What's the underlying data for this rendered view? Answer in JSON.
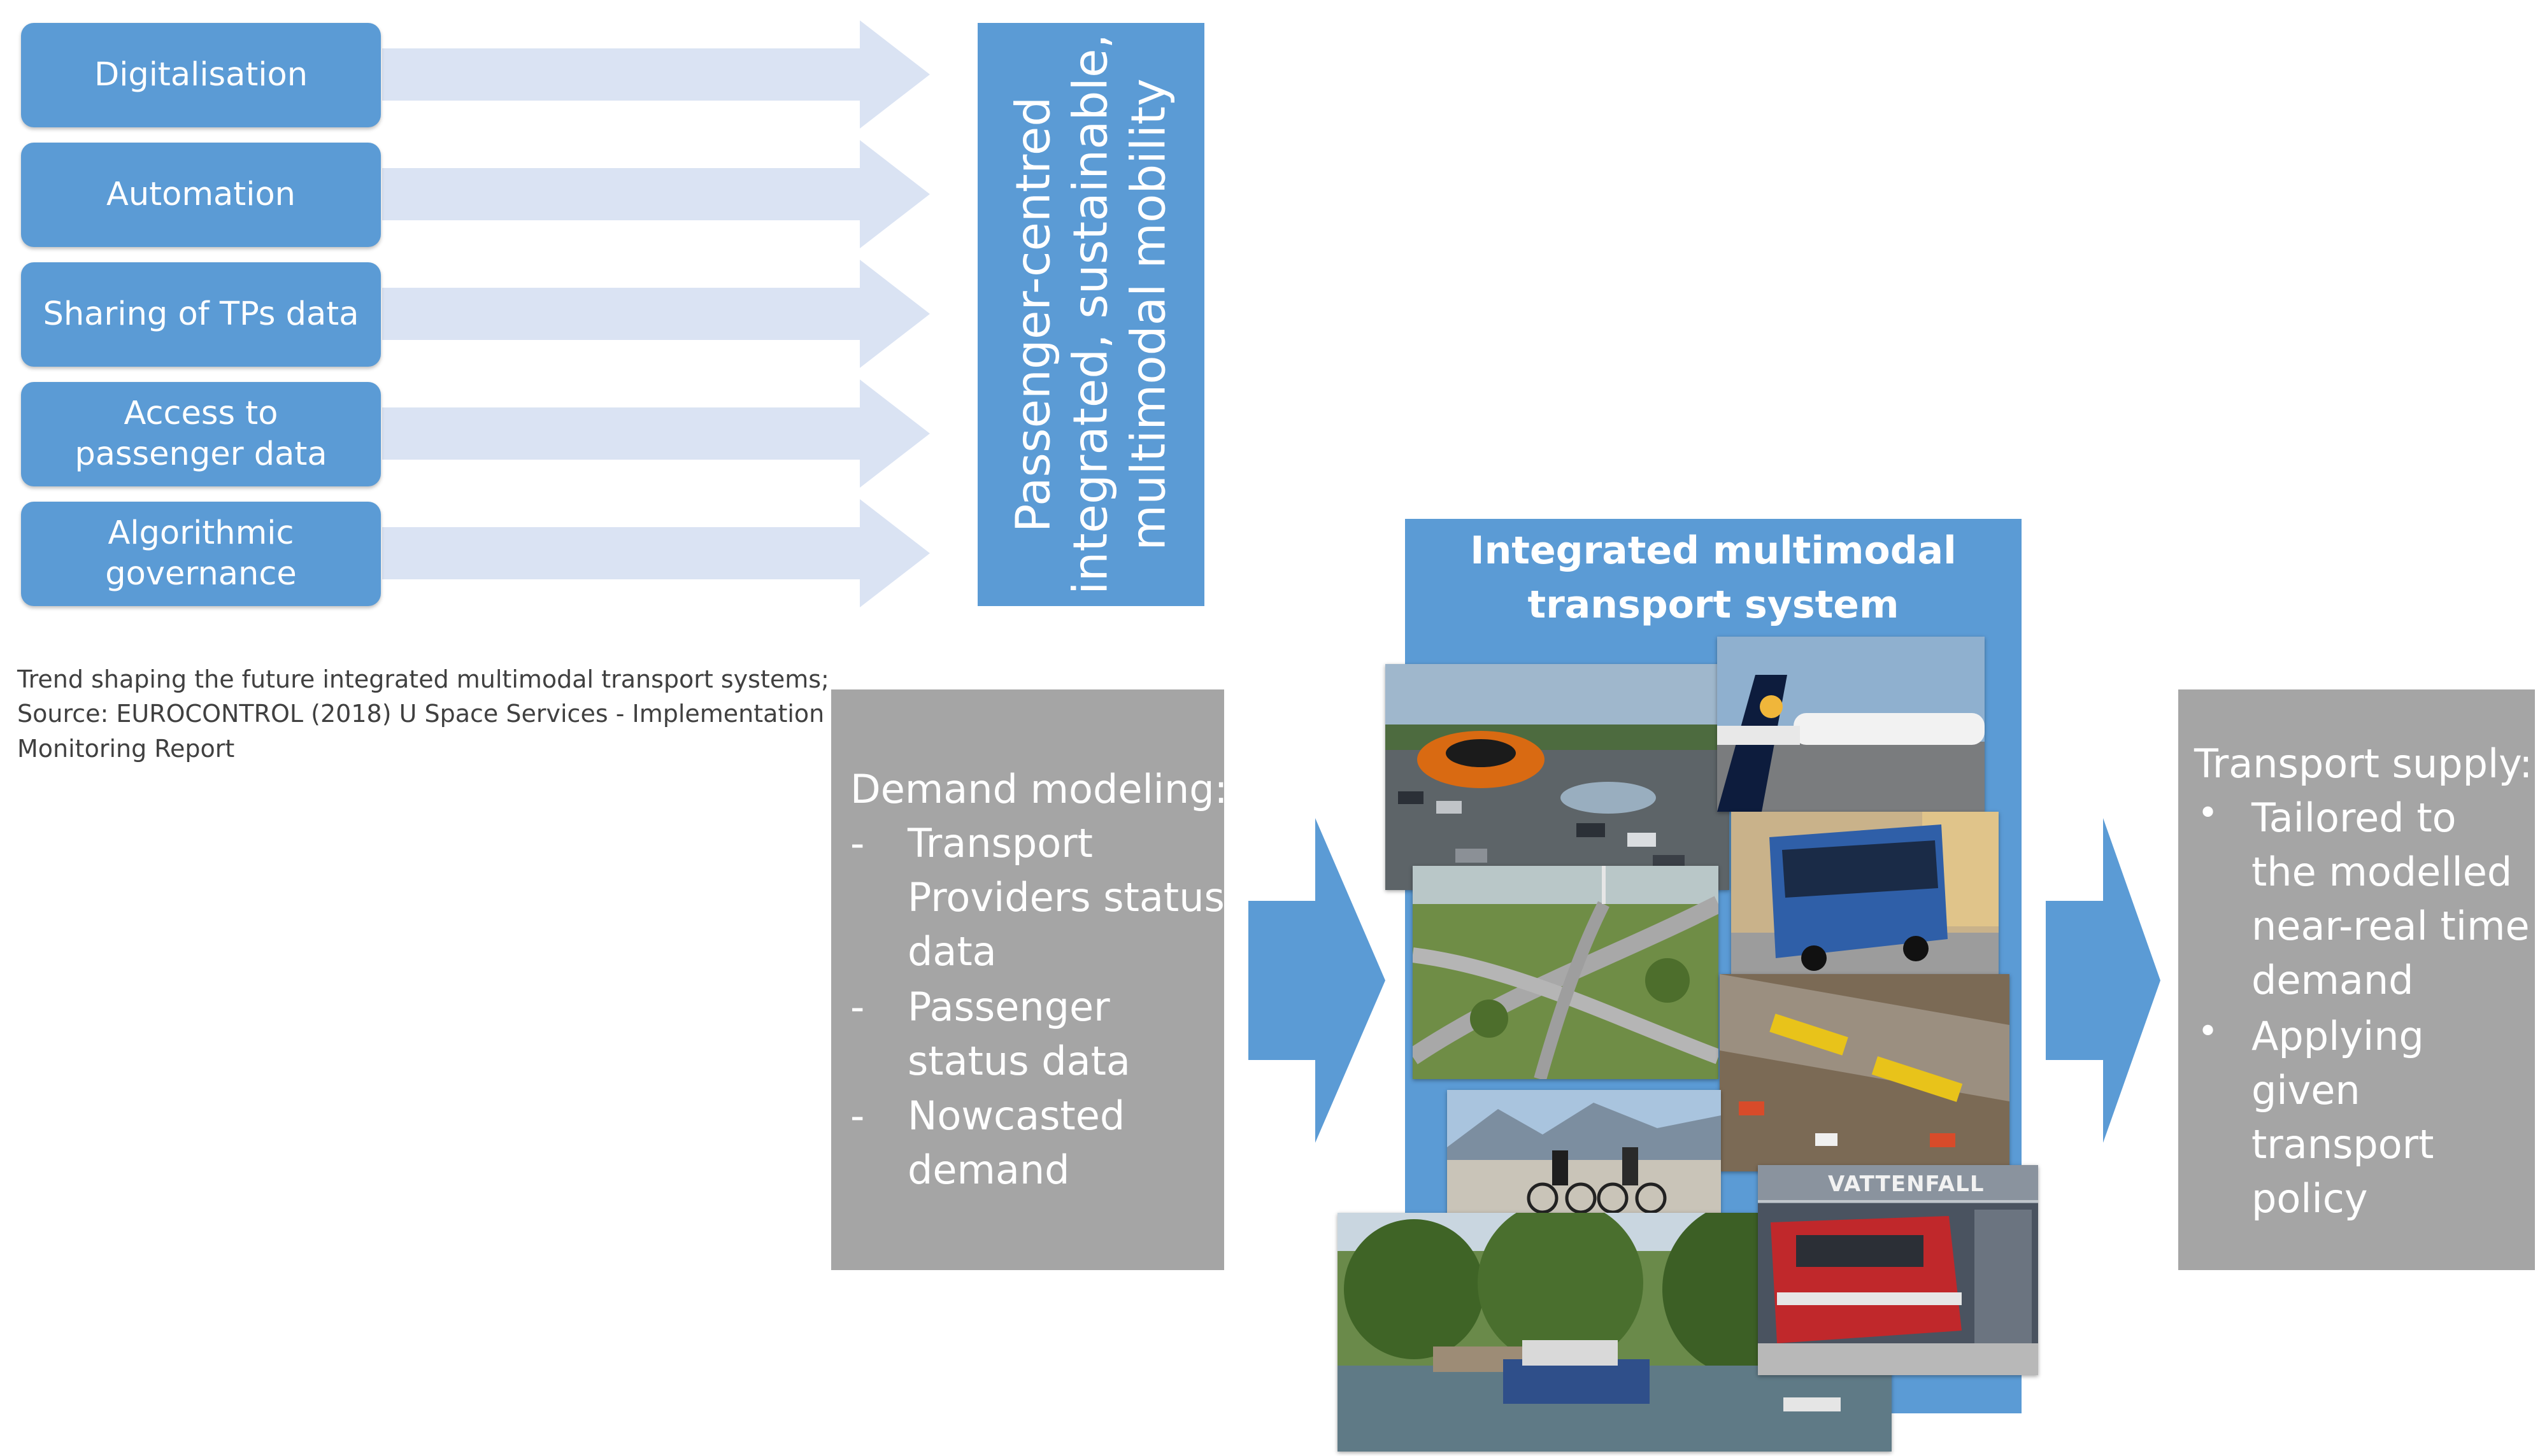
{
  "trends": [
    {
      "lines": [
        "Digitalisation"
      ]
    },
    {
      "lines": [
        "Automation"
      ]
    },
    {
      "lines": [
        "Sharing of TPs data"
      ]
    },
    {
      "lines": [
        "Access to",
        "passenger data"
      ]
    },
    {
      "lines": [
        "Algorithmic",
        "governance"
      ]
    }
  ],
  "goal": {
    "lines": [
      "Passenger-centred",
      "integrated, sustainable,",
      "multimodal mobility"
    ]
  },
  "caption": {
    "lines": [
      "Trend shaping the future integrated multimodal transport systems;",
      "Source: EUROCONTROL (2018) U Space Services - Implementation",
      "Monitoring Report"
    ]
  },
  "demand": {
    "title": "Demand modeling:",
    "bullet": "-",
    "lines": [
      "Transport",
      "Providers status",
      "data",
      "Passenger",
      "status data",
      "Nowcasted",
      "demand"
    ]
  },
  "system": {
    "title_lines": [
      "Integrated multimodal",
      "transport system"
    ],
    "photos": [
      "flying-car",
      "airplane",
      "bus",
      "highway-interchange",
      "city-traffic",
      "cyclists",
      "ferry",
      "train"
    ],
    "station_sign": "VATTENFALL"
  },
  "supply": {
    "title": "Transport supply:",
    "bullet": "•",
    "lines": [
      "Tailored to",
      "the modelled",
      "near-real time",
      "demand",
      "Applying",
      "given",
      "transport",
      "policy"
    ]
  },
  "colors": {
    "accent_blue": "#5b9bd5",
    "light_arrow": "#dae3f3",
    "gray_box": "#a5a5a5",
    "caption_text": "#404040"
  }
}
